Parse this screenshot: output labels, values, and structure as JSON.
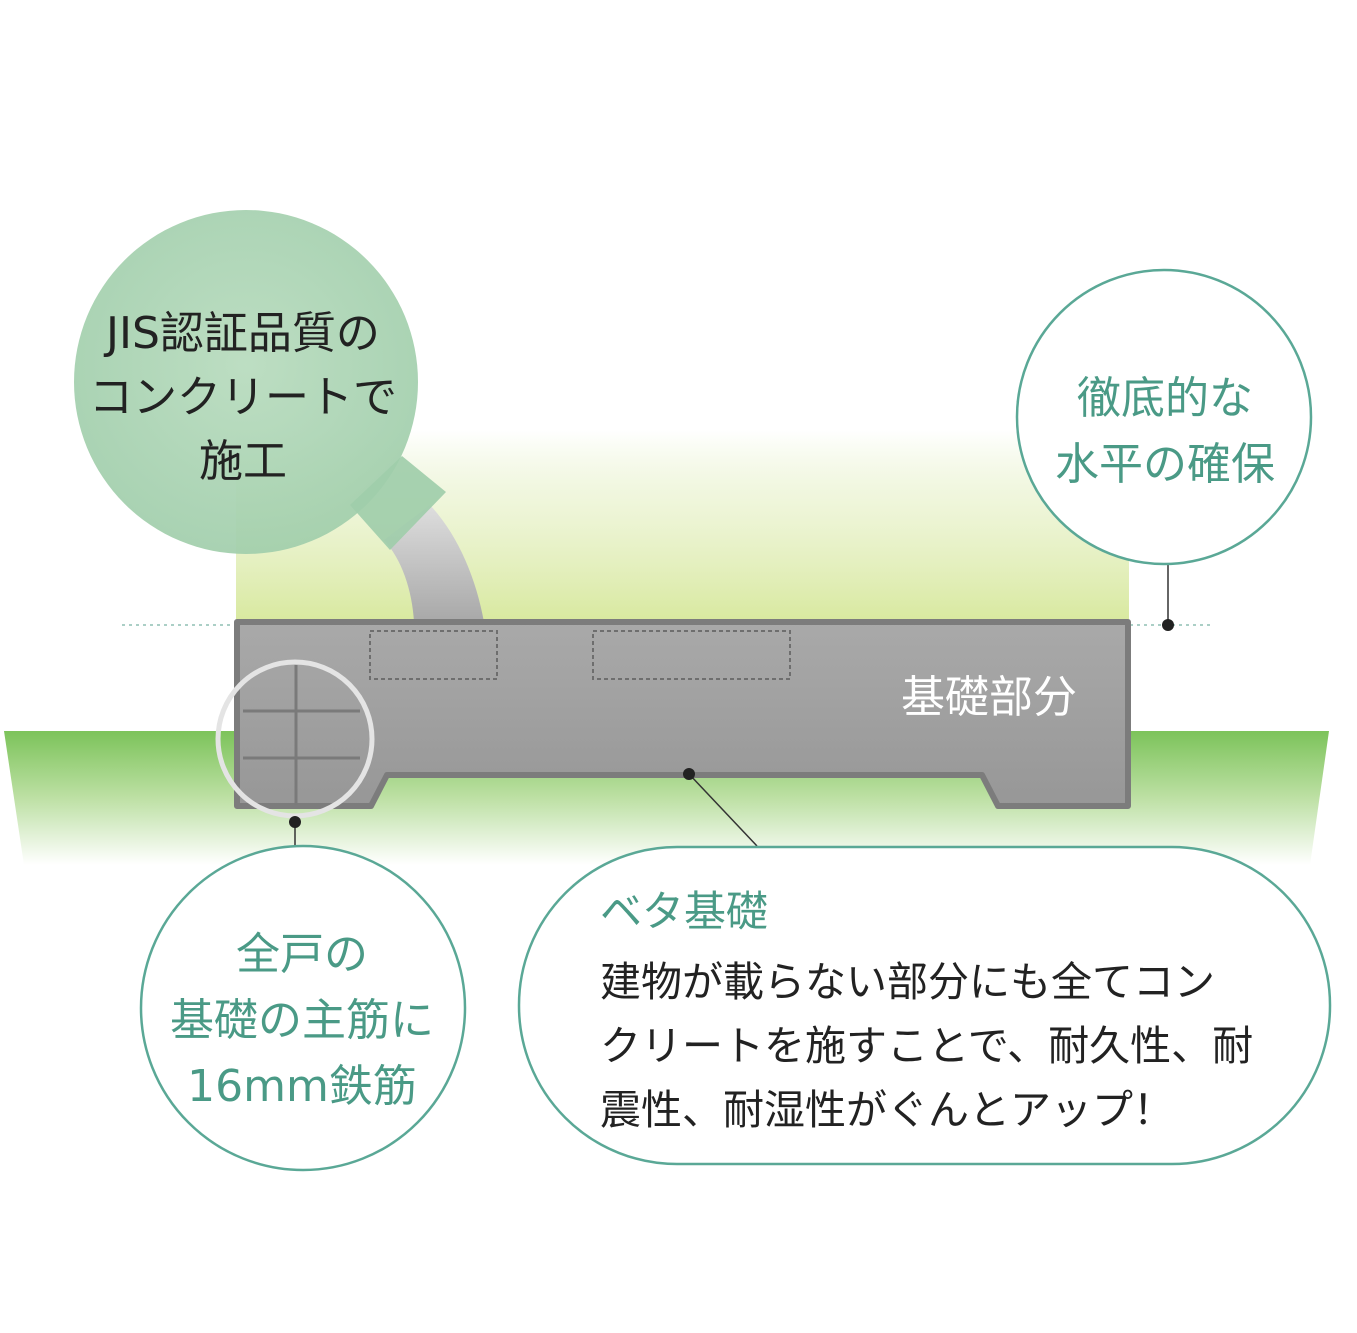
{
  "callouts": {
    "jis": {
      "lines": [
        "JIS認証品質の",
        "コンクリートで",
        "施工"
      ]
    },
    "level": {
      "lines": [
        "徹底的な",
        "水平の確保"
      ]
    },
    "rebar": {
      "lines": [
        "全戸の",
        "基礎の主筋に",
        "16mm鉄筋"
      ]
    },
    "beta": {
      "title": "ベタ基礎",
      "lines": [
        "建物が載らない部分にも全てコン",
        "クリートを施すことで、耐久性、耐",
        "震性、耐湿性がぐんとアップ！"
      ]
    }
  },
  "foundation": {
    "label": "基礎部分"
  },
  "colors": {
    "accent_teal": "#4a9a86",
    "ground_green": "#7cc35a",
    "bubble_green": "#a9d3b1",
    "foundation_gray": "#a0a0a0",
    "foundation_border": "#7c7c7c"
  }
}
